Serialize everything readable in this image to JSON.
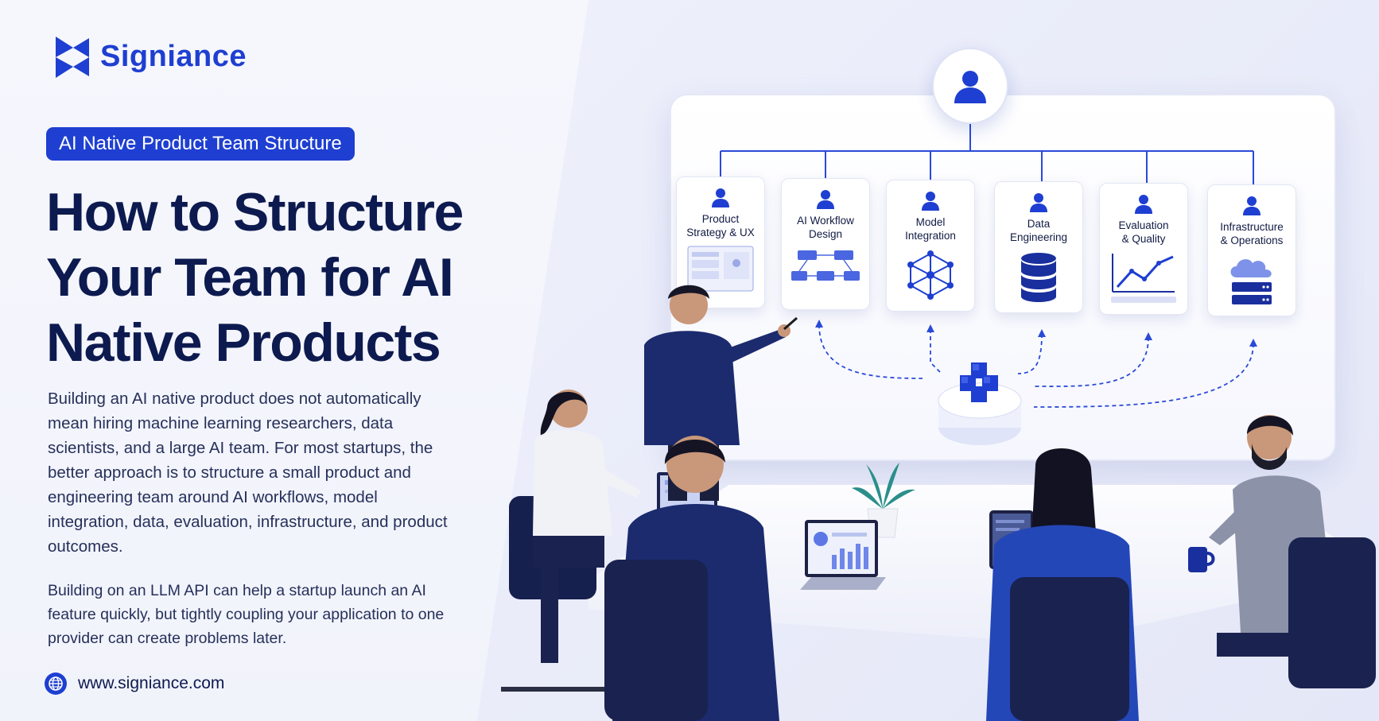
{
  "brand": {
    "name": "Signiance",
    "website": "www.signiance.com",
    "colors": {
      "primary": "#1e3fd1",
      "navy": "#0d1a4f",
      "background": "#eef0fb"
    }
  },
  "tag": "AI Native Product Team Structure",
  "headline": {
    "line1": "How to Structure",
    "line2": "Your Team for AI",
    "line3": "Native Products"
  },
  "body": {
    "paragraph1": "Building an AI native product does not automatically mean hiring machine learning researchers, data scientists, and a large AI team. For most startups, the better approach is to structure a small product and engineering team around AI workflows, model integration, data, evaluation, infrastructure, and product outcomes.",
    "paragraph2": "Building on an LLM API can help a startup launch an AI feature quickly, but tightly coupling your application to one provider can create problems later."
  },
  "org_chart": {
    "top_icon": "person-icon",
    "hub_icon": "cubes-icon",
    "roles": [
      {
        "line1": "Product",
        "line2": "Strategy & UX",
        "icon": "wireframe-icon"
      },
      {
        "line1": "AI Workflow",
        "line2": "Design",
        "icon": "flowchart-icon"
      },
      {
        "line1": "Model",
        "line2": "Integration",
        "icon": "network-icon"
      },
      {
        "line1": "Data",
        "line2": "Engineering",
        "icon": "database-icon"
      },
      {
        "line1": "Evaluation",
        "line2": "& Quality",
        "icon": "line-chart-icon"
      },
      {
        "line1": "Infrastructure",
        "line2": "& Operations",
        "icon": "cloud-server-icon"
      }
    ]
  }
}
